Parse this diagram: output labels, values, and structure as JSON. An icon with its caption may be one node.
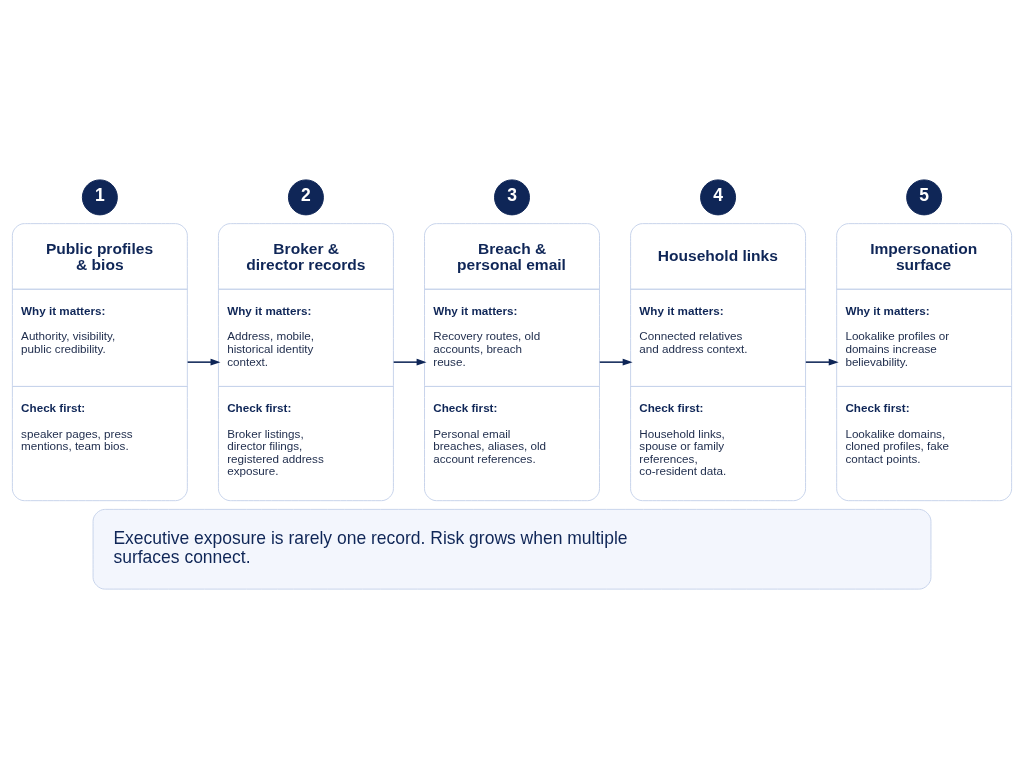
{
  "diagram": {
    "nodes": [
      {
        "text": [
          "1"
        ]
      },
      {
        "text": [
          "Public profiles & bios",
          "Why it matters:",
          "Authority, visibility, public credibility.",
          "Check first:",
          "speaker pages, press mentions, team bios."
        ]
      },
      {
        "text": [
          "2"
        ]
      },
      {
        "text": [
          "Broker & director records",
          "Why it matters:",
          "Address, mobile, historical identity context.",
          "Check first:",
          "Broker listings, director filings, registered address exposure."
        ]
      },
      {
        "text": [
          "3"
        ]
      },
      {
        "text": [
          "Breach & personal email",
          "Why it matters:",
          "Recovery routes, old accounts, breach reuse.",
          "Check first:",
          "Personal email breaches, aliases, old account references."
        ]
      },
      {
        "text": [
          "4"
        ]
      },
      {
        "text": [
          "Household links",
          "Why it matters:",
          "Connected relatives and address context.",
          "Check first:",
          "Household links, spouse or family references, co-resident data."
        ]
      },
      {
        "text": [
          "5"
        ]
      },
      {
        "text": [
          "Impersonation surface",
          "Why it matters:",
          "Lookalike profiles or domains increase believability.",
          "Check first:",
          "Lookalike domains, cloned profiles, fake contact points."
        ]
      },
      {
        "text": [
          "Executive exposure is rarely one record. Risk grows when multiple surfaces connect."
        ]
      }
    ],
    "edges": [
      {
        "from": 1,
        "to": 3,
        "arrow": "to"
      },
      {
        "from": 3,
        "to": 5,
        "arrow": "to"
      },
      {
        "from": 5,
        "to": 7,
        "arrow": "to"
      },
      {
        "from": 7,
        "to": 9,
        "arrow": "to"
      }
    ]
  }
}
